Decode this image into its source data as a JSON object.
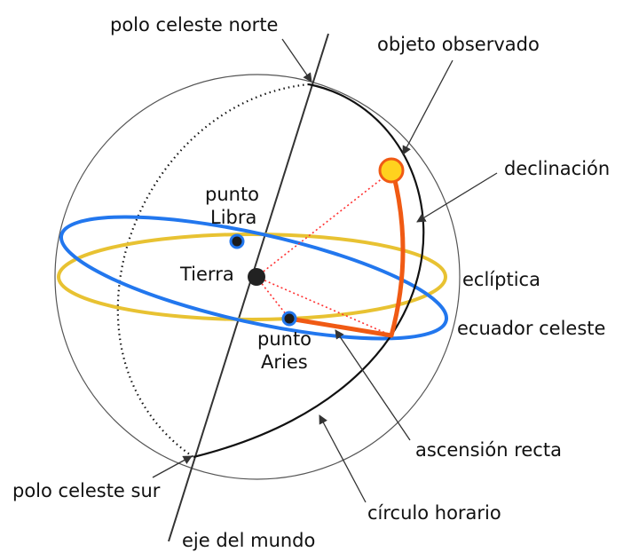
{
  "labels": {
    "north_pole": "polo celeste norte",
    "observed_object": "objeto observado",
    "declination": "declinación",
    "libra_point_line1": "punto",
    "libra_point_line2": "Libra",
    "earth": "Tierra",
    "ecliptic": "eclíptica",
    "celestial_equator": "ecuador celeste",
    "aries_point_line1": "punto",
    "aries_point_line2": "Aries",
    "right_ascension": "ascensión recta",
    "south_pole": "polo celeste sur",
    "hour_circle": "círculo horario",
    "world_axis": "eje del mundo"
  },
  "colors": {
    "celestial_equator": "#2277ee",
    "ecliptic": "#e8c232",
    "arc": "#f05a14",
    "guide_lines": "#ff3030",
    "object": "#ffd21e",
    "earth": "#222222"
  }
}
